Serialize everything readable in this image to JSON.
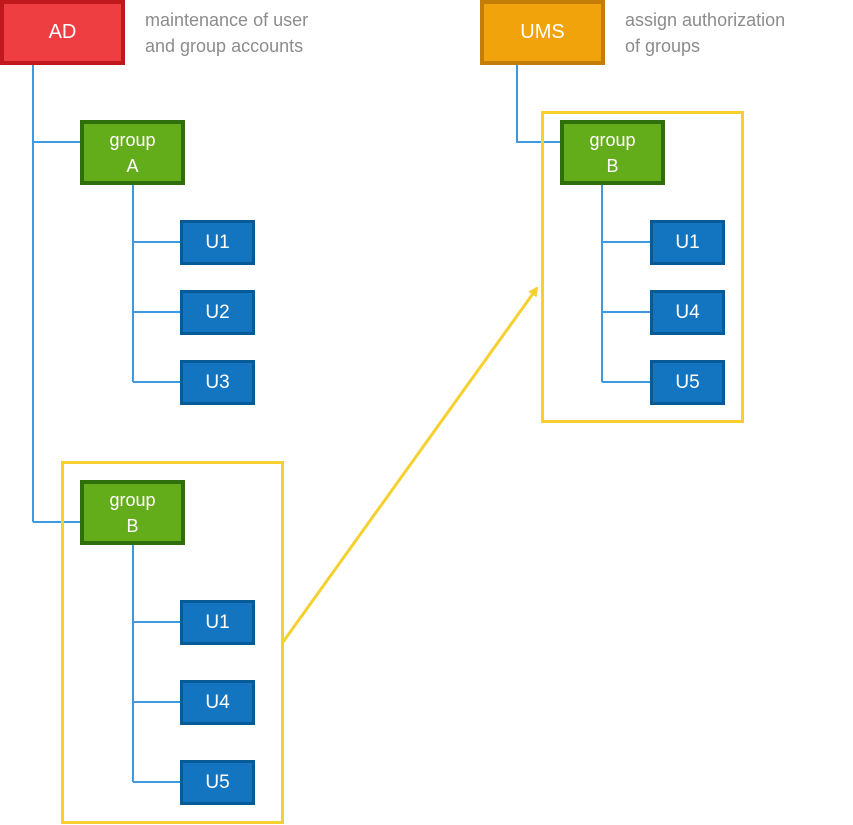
{
  "ad": {
    "label": "AD",
    "caption": "maintenance of user\nand group accounts"
  },
  "ums": {
    "label": "UMS",
    "caption": "assign authorization\nof groups"
  },
  "ad_groups": [
    {
      "label": "group\nA",
      "users": [
        "U1",
        "U2",
        "U3"
      ]
    },
    {
      "label": "group\nB",
      "users": [
        "U1",
        "U4",
        "U5"
      ]
    }
  ],
  "ums_groups": [
    {
      "label": "group\nB",
      "users": [
        "U1",
        "U4",
        "U5"
      ]
    }
  ],
  "colors": {
    "ad": "#ef3e42",
    "ums": "#f0a30a",
    "group": "#64ad1a",
    "user": "#1375c0",
    "connector": "#3a9ae6",
    "highlight": "#f6d02e",
    "caption": "#8c8c8c"
  }
}
